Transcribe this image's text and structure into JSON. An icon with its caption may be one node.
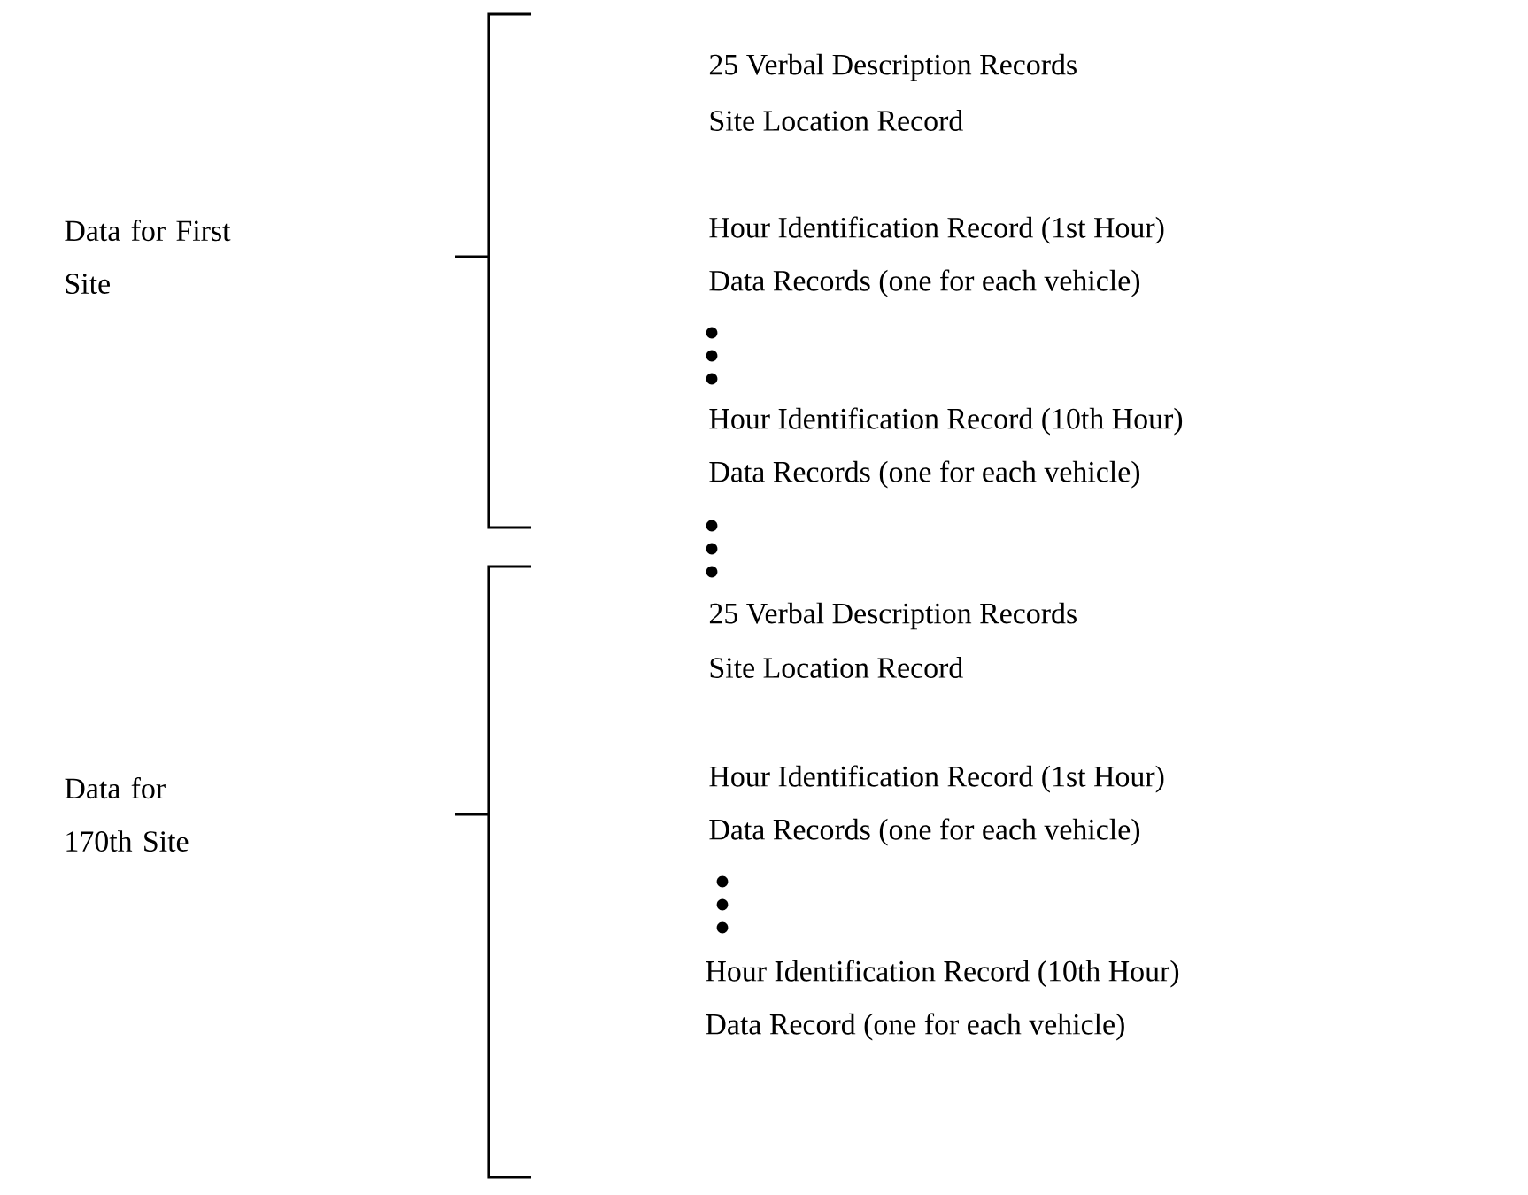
{
  "diagram": {
    "labels": [
      "25 Verbal Description Records",
      "Site Location Record",
      "Data for First Site",
      "Hour Identification Record (1st Hour)",
      "Data Records (one for each vehicle)",
      "Hour Identification Record (10th Hour)",
      "Data Records (one for each vehicle)",
      "25 Verbal Description Records",
      "Site Location Record",
      "Data for 170th Site",
      "Hour Identification Record (1st Hour)",
      "Data Records (one for each vehicle)",
      "Hour Identification Record (10th Hour)",
      "Data Record (one for each vehicle)"
    ]
  }
}
